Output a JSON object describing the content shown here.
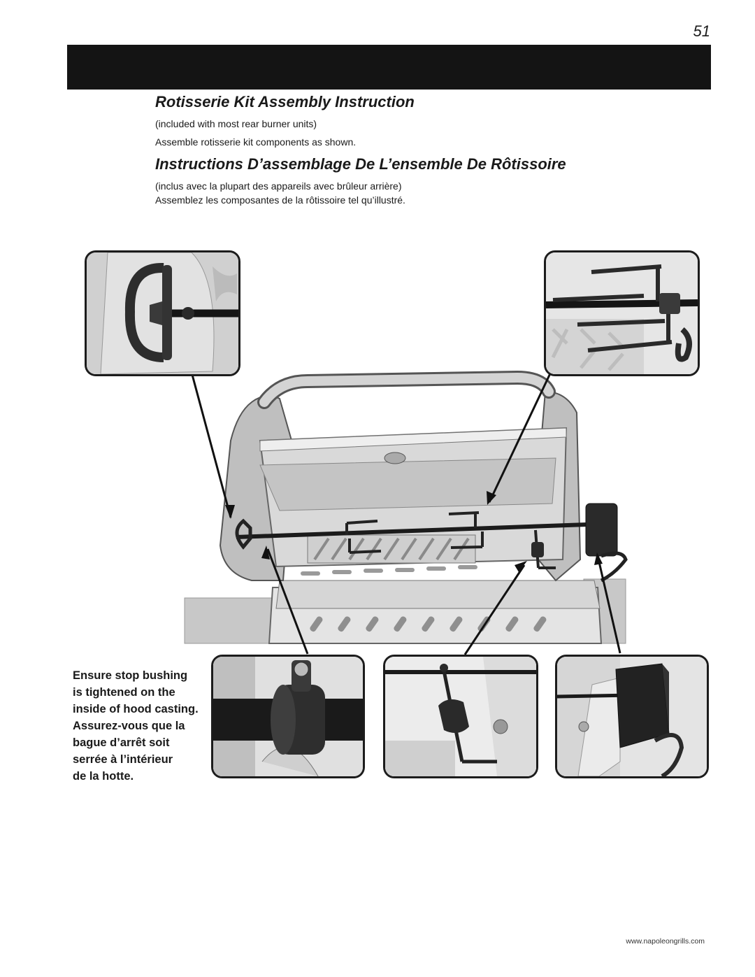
{
  "page": {
    "number": "51"
  },
  "english": {
    "title": "Rotisserie Kit Assembly Instruction",
    "line1": "(included with most rear burner units)",
    "line2": "Assemble rotisserie kit components as shown."
  },
  "french": {
    "title": "Instructions D’assemblage De L’ensemble De Rôtissoire",
    "line1": "(inclus avec la plupart des appareils avec brûleur arrière)",
    "line2": "Assemblez les composantes de la rôtissoire tel qu’illustré."
  },
  "note": {
    "lines": [
      "Ensure stop bushing",
      "is tightened on the",
      "inside of hood casting.",
      "Assurez-vous que la",
      "bague d’arrêt soit",
      "serrée à l’intérieur",
      "de la hotte."
    ]
  },
  "footer": {
    "url": "www.napoleongrills.com"
  },
  "icons": [
    "spit-handle-icon",
    "meat-fork-icon",
    "stop-bushing-icon",
    "counterweight-icon",
    "rotisserie-motor-icon"
  ]
}
